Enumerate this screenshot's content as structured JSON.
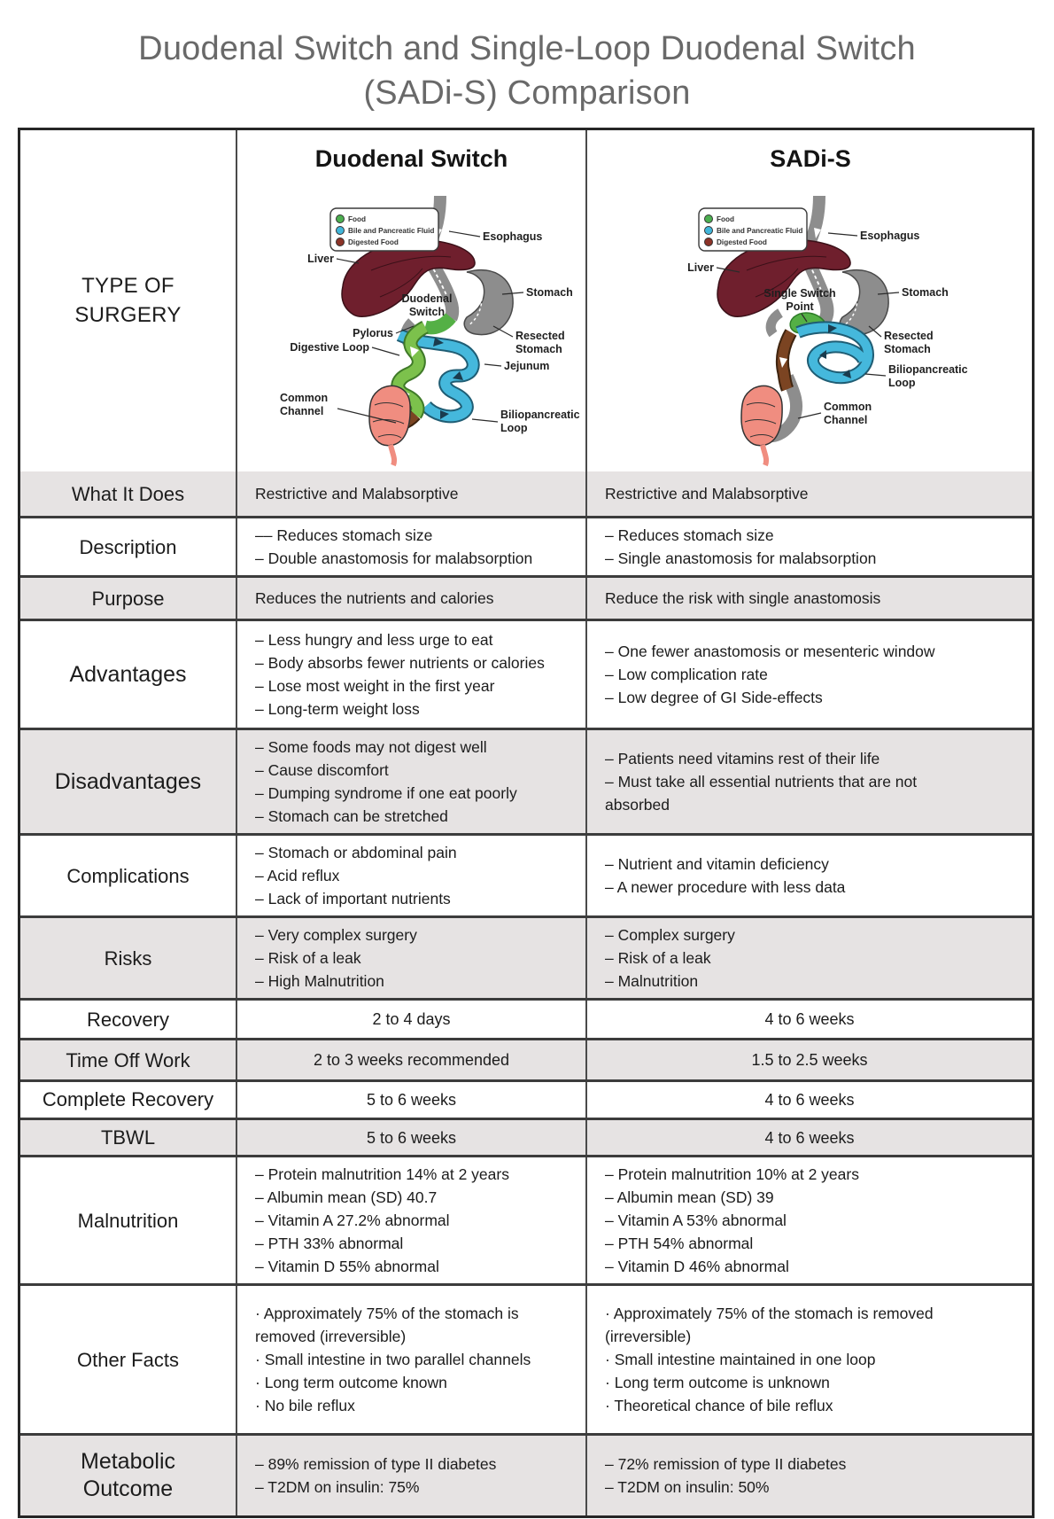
{
  "page": {
    "title_line1": "Duodenal Switch and Single-Loop Duodenal Switch",
    "title_line2": "(SADi-S) Comparison"
  },
  "legend": {
    "items": [
      {
        "label": "Food",
        "color": "#4caf50"
      },
      {
        "label": "Bile and Pancreatic Fluid",
        "color": "#41b6da"
      },
      {
        "label": "Digested Food",
        "color": "#8c3328"
      }
    ]
  },
  "table": {
    "type_of_surgery_label": "TYPE OF\nSURGERY",
    "columns": [
      {
        "title": "Duodenal Switch"
      },
      {
        "title": "SADi-S"
      }
    ],
    "diagrams": {
      "ds": {
        "labels": {
          "esophagus": "Esophagus",
          "liver": "Liver",
          "stomach": "Stomach",
          "switch_1": "Duodenal",
          "switch_2": "Switch",
          "resected_1": "Resected",
          "resected_2": "Stomach",
          "pylorus": "Pylorus",
          "jejunum": "Jejunum",
          "digestive_loop": "Digestive Loop",
          "bp_loop_1": "Biliopancreatic",
          "bp_loop_2": "Loop",
          "common_1": "Common",
          "common_2": "Channel"
        }
      },
      "sadis": {
        "labels": {
          "esophagus": "Esophagus",
          "liver": "Liver",
          "stomach": "Stomach",
          "switch_point_1": "Single Switch",
          "switch_point_2": "Point",
          "resected_1": "Resected",
          "resected_2": "Stomach",
          "bp_loop_1": "Biliopancreatic",
          "bp_loop_2": "Loop",
          "common_1": "Common",
          "common_2": "Channel"
        }
      }
    },
    "rows": [
      {
        "label": "What It Does",
        "shaded": true,
        "align": "left",
        "ds": [
          "Restrictive and Malabsorptive"
        ],
        "sadis": [
          "Restrictive and Malabsorptive"
        ]
      },
      {
        "label": "Description",
        "shaded": false,
        "align": "left",
        "ds": [
          "–– Reduces stomach size",
          "– Double anastomosis for malabsorption"
        ],
        "sadis": [
          "– Reduces stomach size",
          "– Single anastomosis for malabsorption"
        ]
      },
      {
        "label": "Purpose",
        "shaded": true,
        "align": "left",
        "ds": [
          "Reduces the nutrients and calories"
        ],
        "sadis": [
          "Reduce the risk with single anastomosis"
        ]
      },
      {
        "label": "Advantages",
        "shaded": false,
        "align": "left",
        "ds": [
          "– Less hungry and less urge to eat",
          "– Body absorbs fewer nutrients or calories",
          "– Lose most weight in the first year",
          "– Long-term weight loss"
        ],
        "sadis": [
          "– One fewer anastomosis or mesenteric window",
          "– Low complication rate",
          "– Low degree of GI Side-effects"
        ]
      },
      {
        "label": "Disadvantages",
        "shaded": true,
        "align": "left",
        "ds": [
          "– Some foods may not digest well",
          "– Cause discomfort",
          "– Dumping syndrome if one eat poorly",
          "– Stomach can be stretched"
        ],
        "sadis": [
          "– Patients need vitamins rest of their life",
          "– Must take all essential nutrients that are not absorbed"
        ]
      },
      {
        "label": "Complications",
        "shaded": false,
        "align": "left",
        "ds": [
          "– Stomach or abdominal pain",
          "– Acid reflux",
          "– Lack of important nutrients"
        ],
        "sadis": [
          "– Nutrient and vitamin deficiency",
          "– A newer procedure with less data"
        ]
      },
      {
        "label": "Risks",
        "shaded": true,
        "align": "left",
        "ds": [
          "– Very complex surgery",
          "– Risk of a leak",
          "– High Malnutrition"
        ],
        "sadis": [
          "– Complex surgery",
          "– Risk of a leak",
          "– Malnutrition"
        ]
      },
      {
        "label": "Recovery",
        "shaded": false,
        "align": "center",
        "ds": [
          "2 to 4 days"
        ],
        "sadis": [
          "4 to 6 weeks"
        ]
      },
      {
        "label": "Time Off Work",
        "shaded": true,
        "align": "center",
        "ds": [
          "2 to 3 weeks recommended"
        ],
        "sadis": [
          "1.5 to 2.5 weeks"
        ]
      },
      {
        "label": "Complete Recovery",
        "shaded": false,
        "align": "center",
        "ds": [
          "5 to 6 weeks"
        ],
        "sadis": [
          "4 to 6 weeks"
        ]
      },
      {
        "label": "TBWL",
        "shaded": true,
        "align": "center",
        "ds": [
          "5 to 6 weeks"
        ],
        "sadis": [
          "4 to 6 weeks"
        ]
      },
      {
        "label": "Malnutrition",
        "shaded": false,
        "align": "left",
        "ds": [
          "– Protein malnutrition 14% at 2 years",
          "– Albumin mean (SD) 40.7",
          "– Vitamin A 27.2% abnormal",
          "– PTH 33% abnormal",
          "– Vitamin D 55% abnormal"
        ],
        "sadis": [
          "– Protein malnutrition 10% at 2 years",
          "– Albumin mean (SD) 39",
          "– Vitamin A 53% abnormal",
          "– PTH 54% abnormal",
          "– Vitamin D 46% abnormal"
        ]
      },
      {
        "label": "Other Facts",
        "shaded": false,
        "align": "left",
        "ds": [
          "· Approximately 75% of the stomach is removed (irreversible)",
          "· Small intestine in two parallel channels",
          "· Long term outcome known",
          "· No bile reflux"
        ],
        "sadis": [
          "· Approximately 75% of the stomach is removed (irreversible)",
          "· Small intestine maintained in one loop",
          "· Long term outcome is unknown",
          "· Theoretical chance of bile reflux"
        ]
      },
      {
        "label": "Metabolic\nOutcome",
        "shaded": true,
        "align": "left",
        "ds": [
          "– 89% remission of type II diabetes",
          "– T2DM on insulin: 75%"
        ],
        "sadis": [
          "– 72% remission of type II diabetes",
          "– T2DM on insulin: 50%"
        ]
      }
    ]
  }
}
